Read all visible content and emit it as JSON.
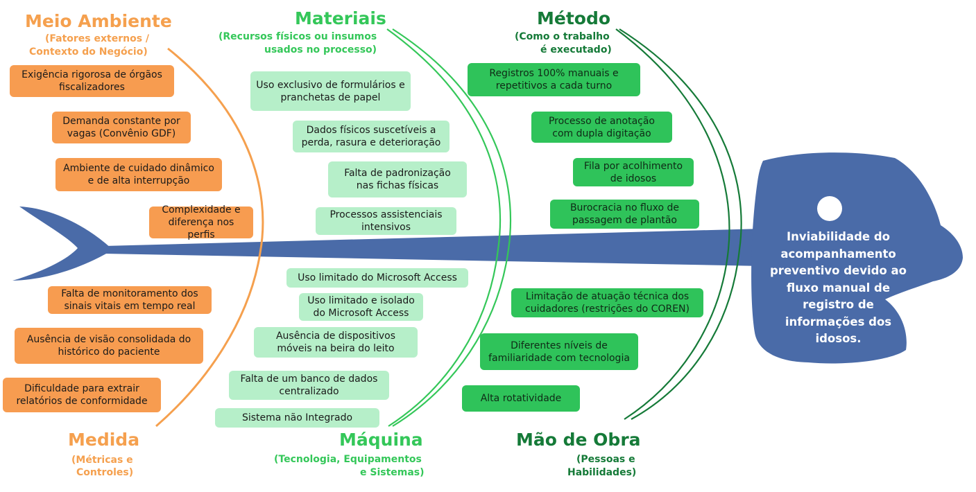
{
  "colors": {
    "fish": "#4a6ba8",
    "meio_ambiente_medida": "#f5a04e",
    "materiais_maquina": "#34c759",
    "metodo_mao_de_obra": "#157a38",
    "orange_box": "#f79c50",
    "pale_green_box": "#b6efc9",
    "green_box": "#2fc35a"
  },
  "head": {
    "problem": "Inviabilidade do\nacompanhamento\npreventivo devido ao\nfluxo manual de\nregistro de\ninformações dos\nidosos."
  },
  "categories": {
    "meio_ambiente": {
      "title": "Meio Ambiente",
      "subtitle_line1": "(Fatores externos /",
      "subtitle_line2": "Contexto do Negócio)",
      "causes": [
        "Exigência rigorosa de órgãos\nfiscalizadores",
        "Demanda constante por\nvagas (Convênio GDF)",
        "Ambiente de cuidado dinâmico\ne de alta interrupção",
        "Complexidade e\ndiferença nos perfis"
      ]
    },
    "materiais": {
      "title": "Materiais",
      "subtitle_line1": "(Recursos físicos ou insumos",
      "subtitle_line2": "usados no processo)",
      "causes": [
        "Uso exclusivo de formulários e\npranchetas de papel",
        "Dados físicos suscetíveis a\nperda, rasura e deterioração",
        "Falta de padronização\nnas fichas físicas",
        "Processos assistenciais\nintensivos"
      ]
    },
    "metodo": {
      "title": "Método",
      "subtitle_line1": "(Como o trabalho",
      "subtitle_line2": "é executado)",
      "causes": [
        "Registros 100% manuais e\nrepetitivos a cada turno",
        "Processo de anotação\ncom dupla digitação",
        "Fila por acolhimento\nde idosos",
        "Burocracia no fluxo de\npassagem de plantão"
      ]
    },
    "medida": {
      "title": "Medida",
      "subtitle_line1": "(Métricas e",
      "subtitle_line2": "Controles)",
      "causes": [
        "Falta de monitoramento dos\nsinais vitais em tempo real",
        "Ausência de visão consolidada do\nhistórico do paciente",
        "Dificuldade para extrair\nrelatórios de conformidade"
      ]
    },
    "maquina": {
      "title": "Máquina",
      "subtitle_line1": "(Tecnologia, Equipamentos",
      "subtitle_line2": "e Sistemas)",
      "causes": [
        "Uso limitado do Microsoft Access",
        "Uso limitado e isolado\ndo Microsoft Access",
        "Ausência de dispositivos\nmóveis na beira do leito",
        "Falta de um banco de dados\ncentralizado",
        "Sistema não Integrado"
      ]
    },
    "mao_de_obra": {
      "title": "Mão de Obra",
      "subtitle_line1": "(Pessoas e",
      "subtitle_line2": "Habilidades)",
      "causes": [
        "Limitação de atuação técnica dos\ncuidadores (restrições do COREN)",
        "Diferentes níveis de\nfamiliaridade com tecnologia",
        "Alta rotatividade"
      ]
    }
  }
}
